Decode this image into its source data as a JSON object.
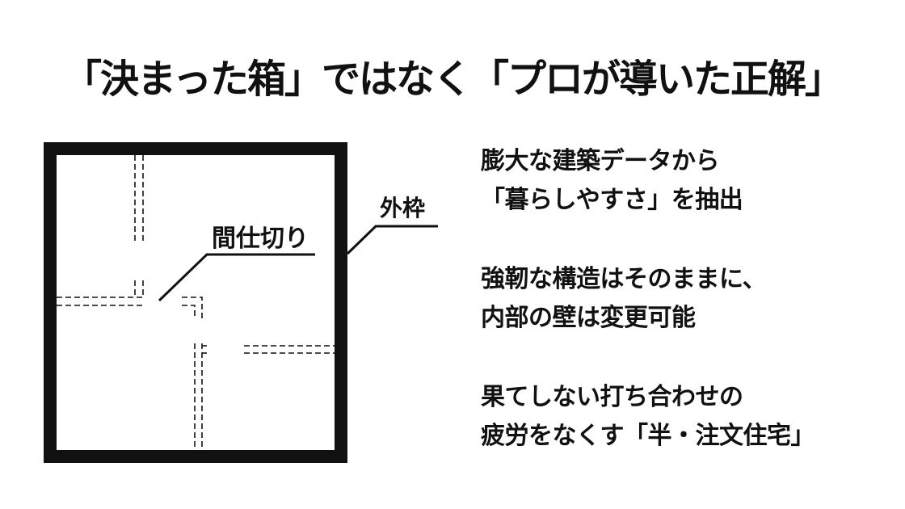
{
  "title": "「決まった箱」ではなく「プロが導いた正解」",
  "diagram": {
    "partition_label": "間仕切り",
    "frame_label": "外枠"
  },
  "points": [
    {
      "lines": [
        "膨大な建築データから",
        "「暮らしやすさ」を抽出"
      ]
    },
    {
      "lines": [
        "強靭な構造はそのままに、",
        "内部の壁は変更可能"
      ]
    },
    {
      "lines": [
        "果てしない打ち合わせの",
        "疲労をなくす「半・注文住宅」"
      ]
    }
  ]
}
